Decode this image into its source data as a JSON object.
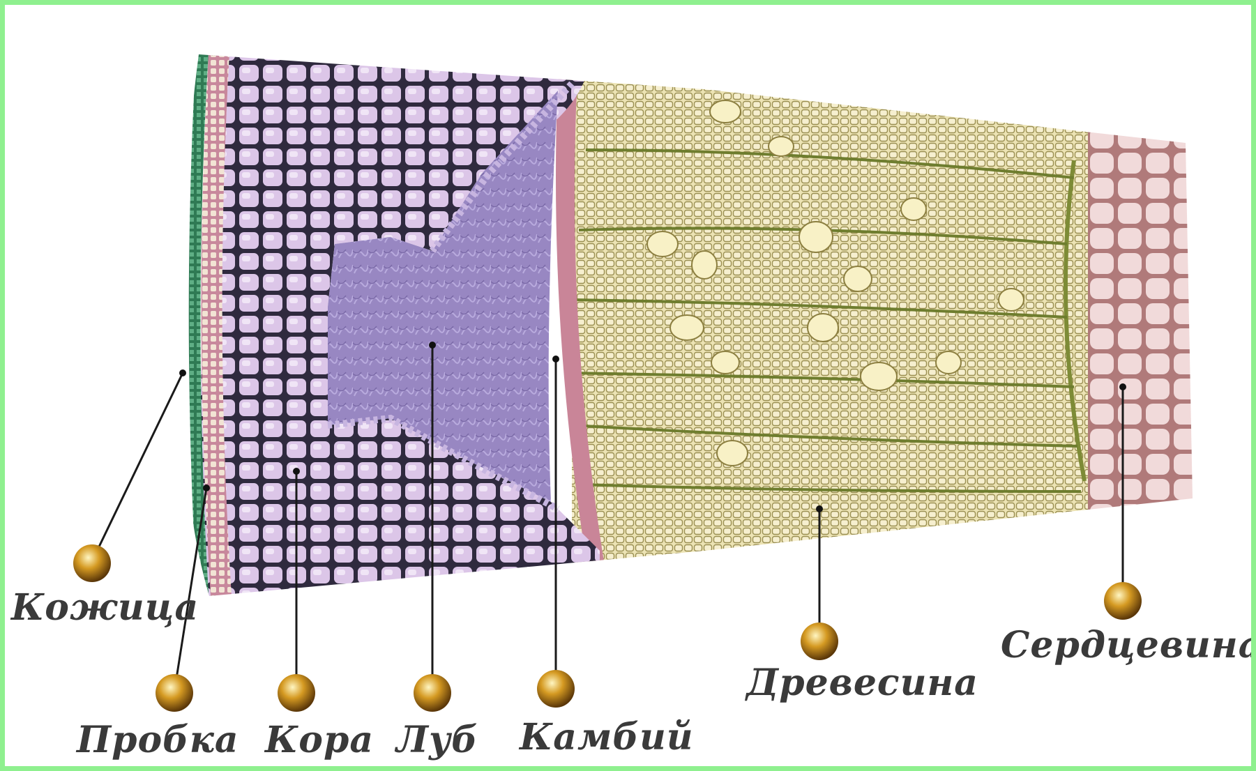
{
  "labels": {
    "kozhitsa": "Кожица",
    "probka": "Пробка",
    "kora": "Кора",
    "lub": "Луб",
    "kambiy": "Камбий",
    "drevesina": "Древесина",
    "serdtsevina": "Сердцевина"
  },
  "colors": {
    "frame": "#8ff08f",
    "label_text": "#3a3a3a",
    "skin_green": "#3f8a63",
    "cork_pink": "#c98a9c",
    "cortex_lilac": "#d6bde2",
    "cell_outline": "#2f2a3e",
    "phloem_purple": "#8f7db8",
    "cambium_pink": "#c9859c",
    "wood_cream": "#eadfb0",
    "wood_green_lines": "#6b7a2c",
    "pith_pink": "#e7c8c8",
    "marker_gold": "#c9921d"
  }
}
